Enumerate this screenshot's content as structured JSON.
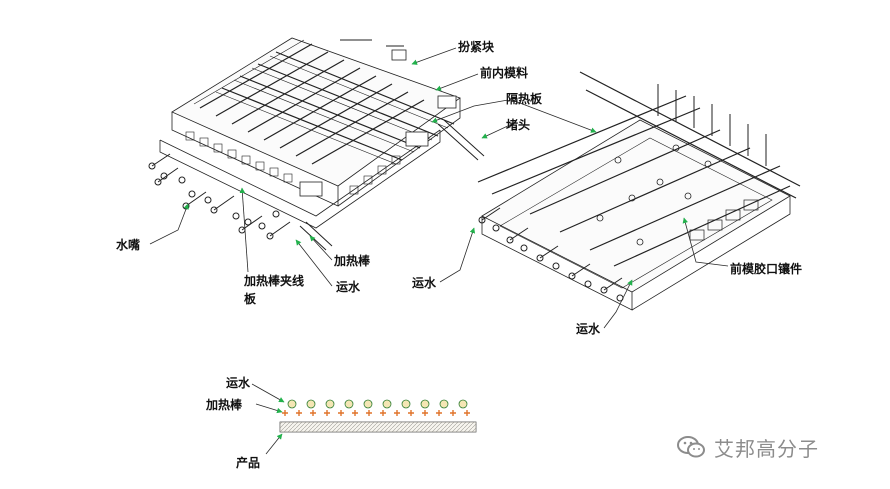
{
  "labels": {
    "niu_jin_kuai": "扮紧块",
    "qian_nei_mo_liao": "前内模料",
    "ge_re_ban": "隔热板",
    "du_tou": "堵头",
    "shui_zui": "水嘴",
    "jia_re_bang_a": "加热棒",
    "yun_shui_a": "运水",
    "jia_re_bang_jia_xian": "加热棒夹线",
    "ban": "板",
    "yun_shui_b": "运水",
    "qian_mo_jiao_kou_xiang_jian": "前模胶口镶件",
    "yun_shui_c": "运水",
    "yun_shui_d": "运水",
    "jia_re_bang_b": "加热棒",
    "chan_pin": "产品"
  },
  "watermark": {
    "text": "艾邦高分子"
  },
  "colors": {
    "line": "#222222",
    "leader": "#2a2a2a",
    "arrow": "#22b14c",
    "heater": "#e0742a",
    "water": "#2e7d32",
    "product_band": "#e8e2d0",
    "watermark": "#8c8c8c"
  }
}
